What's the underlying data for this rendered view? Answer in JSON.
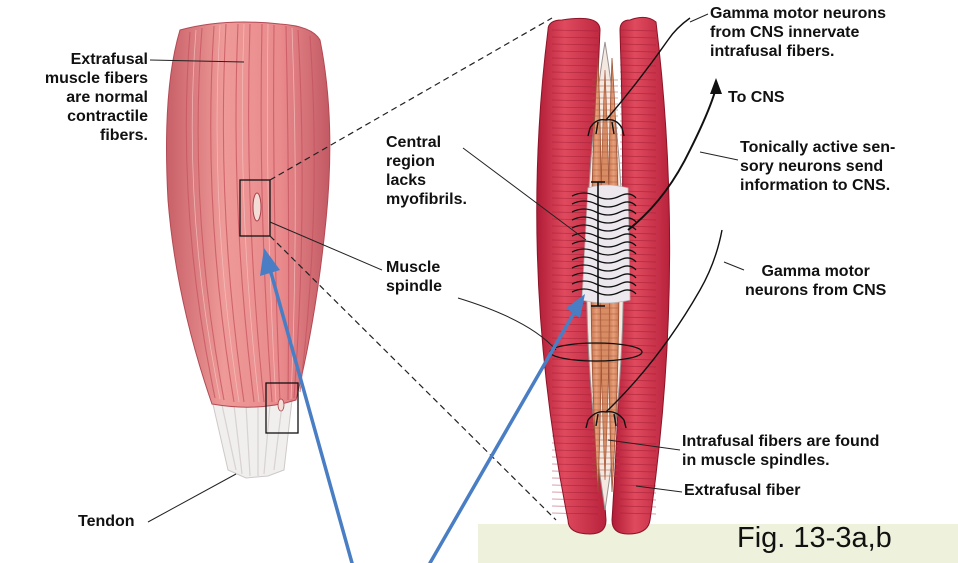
{
  "labels": {
    "extrafusal": "Extrafusal\nmuscle fibers\nare normal\ncontractile\nfibers.",
    "tendon": "Tendon",
    "central_region": "Central\nregion\nlacks\nmyofibrils.",
    "muscle_spindle": "Muscle\nspindle",
    "gamma_cns_innervate": "Gamma motor neurons\nfrom CNS innervate\nintrafusal fibers.",
    "to_cns": "To CNS",
    "tonically_active": "Tonically active sen-\nsory neurons send\ninformation to CNS.",
    "gamma_from_cns": "Gamma motor\nneurons from CNS",
    "intrafusal_found": "Intrafusal fibers are found\nin muscle spindles.",
    "extrafusal_fiber": "Extrafusal fiber"
  },
  "caption": "Fig. 13-3a,b",
  "colors": {
    "muscle": "#e8888a",
    "muscle_stripe": "#c85a62",
    "extrafusal_fiber": "#d8324a",
    "intrafusal": "#d98a62",
    "arrow": "#4a7ec4",
    "caption_bg": "#eef1dc"
  }
}
